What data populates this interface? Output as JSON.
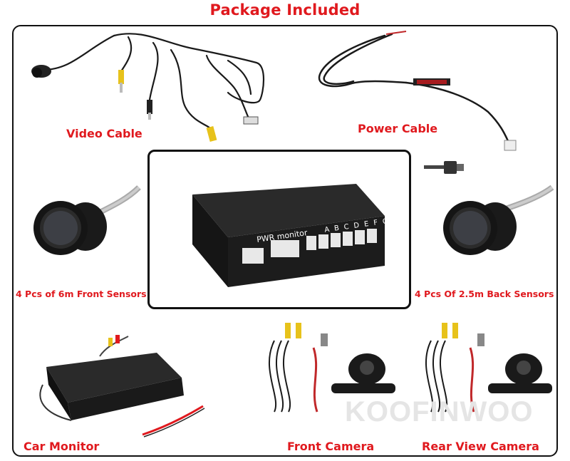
{
  "title": "Package Included",
  "watermark": "KOOFINWOO",
  "items": {
    "video_cable": "Video Cable",
    "power_cable": "Power Cable",
    "front_sensors": "4 Pcs of 6m Front Sensors",
    "back_sensors": "4 Pcs Of 2.5m Back Sensors",
    "car_monitor": "Car Monitor",
    "front_camera": "Front Camera",
    "rear_camera": "Rear View Camera"
  },
  "control_box": {
    "panel_label": "PWR monitor",
    "ports": [
      "A",
      "B",
      "C",
      "D",
      "E",
      "F",
      "G"
    ]
  },
  "colors": {
    "accent_red": "#e0191e",
    "frame": "#111111",
    "device_black": "#1c1c1c"
  }
}
